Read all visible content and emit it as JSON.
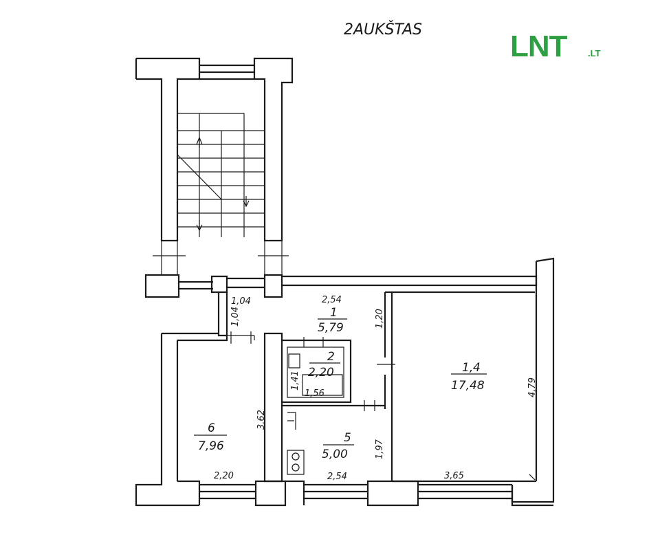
{
  "title": "2AUKŠTAS",
  "logo": {
    "main": "LNT",
    "tld": ".LT",
    "color": "#2ea043"
  },
  "rooms": [
    {
      "id": "1",
      "area": "5,79"
    },
    {
      "id": "2",
      "area": "2,20"
    },
    {
      "id": "4",
      "prefix": "1,",
      "area": "17,48"
    },
    {
      "id": "5",
      "area": "5,00"
    },
    {
      "id": "6",
      "area": "7,96"
    }
  ],
  "dimensions": {
    "corridor_width": "1,04",
    "corridor_height": "1,04",
    "room1_width": "2,54",
    "room1_height": "1,20",
    "wc_height": "1,41",
    "wc_width": "1,56",
    "room6_height": "3,62",
    "room6_width": "2,20",
    "room5_height": "1,97",
    "room5_width": "2,54",
    "room4_height": "4,79",
    "room4_width": "3,65"
  }
}
